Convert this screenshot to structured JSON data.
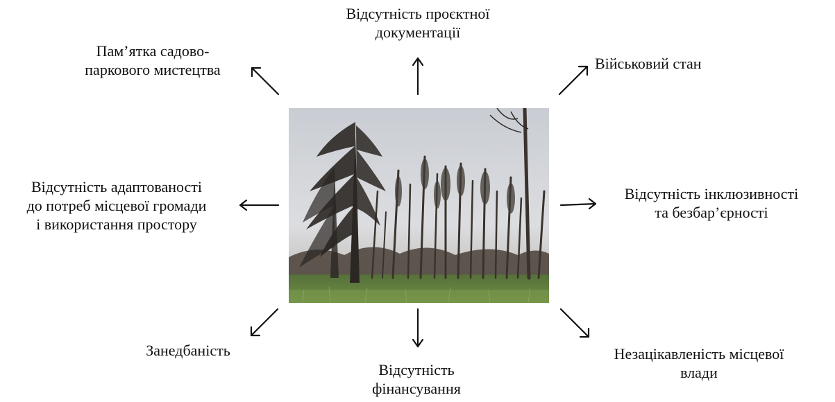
{
  "labels": {
    "top": [
      "Відсутність проєктної",
      "документації"
    ],
    "top_left": [
      "Пам’ятка садово-",
      "паркового мистецтва"
    ],
    "top_right": [
      "Військовий стан"
    ],
    "left": [
      "Відсутність адаптованості",
      "до потреб місцевої громади",
      "і використання простору"
    ],
    "right": [
      "Відсутність інклюзивності",
      "та безбар’єрності"
    ],
    "bottom_left": [
      "Занедбаність"
    ],
    "bottom": [
      "Відсутність",
      "фінансування"
    ],
    "bottom_right": [
      "Незацікавленість місцевої",
      "влади"
    ]
  },
  "photo": {
    "subject": "forest-of-dead-trees",
    "colors": {
      "sky": "#d6d8dc",
      "grass": "#5f7c3c",
      "trees": "#2a2622"
    }
  }
}
